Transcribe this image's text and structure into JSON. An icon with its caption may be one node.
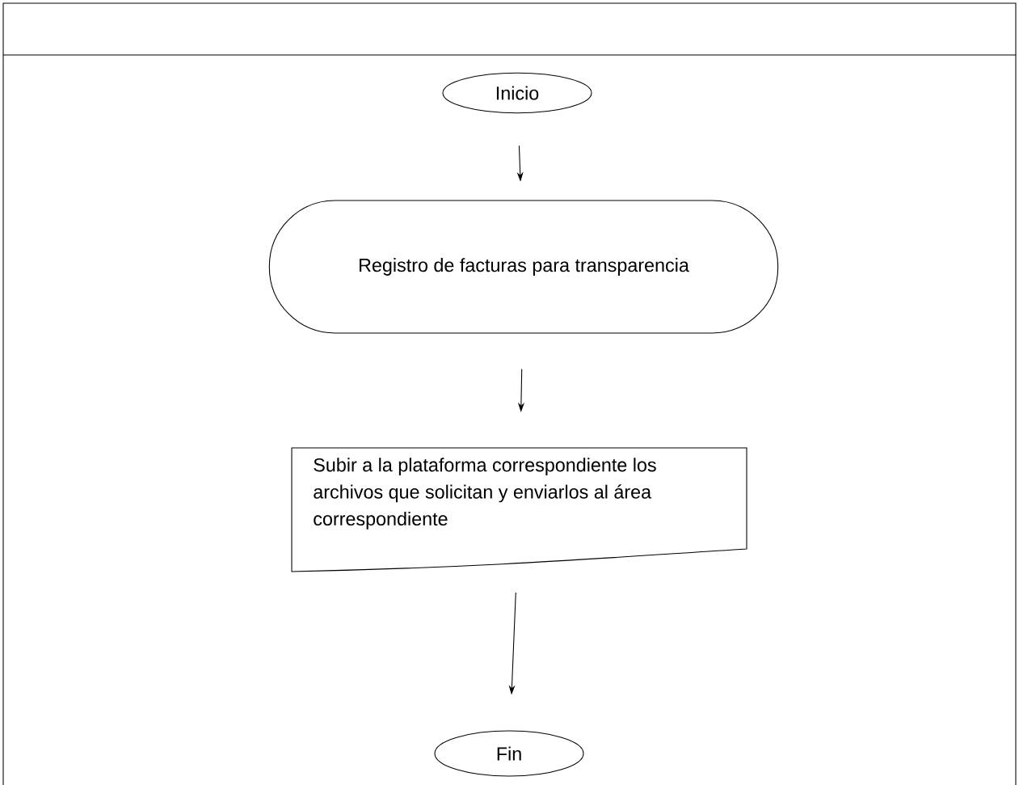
{
  "diagram": {
    "nodes": [
      {
        "text": [
          "Inicio"
        ]
      },
      {
        "text": [
          "Registro de facturas para transparencia"
        ]
      },
      {
        "text": [
          "Subir a la plataforma correspondiente los archivos que solicitan y enviarlos al área correspondiente"
        ]
      },
      {
        "text": [
          "Fin"
        ]
      }
    ],
    "edges": [
      {
        "from": 0,
        "to": 1,
        "arrow": "to"
      },
      {
        "from": 1,
        "to": 2,
        "arrow": "to"
      },
      {
        "from": 2,
        "to": 3,
        "arrow": "to"
      }
    ]
  }
}
